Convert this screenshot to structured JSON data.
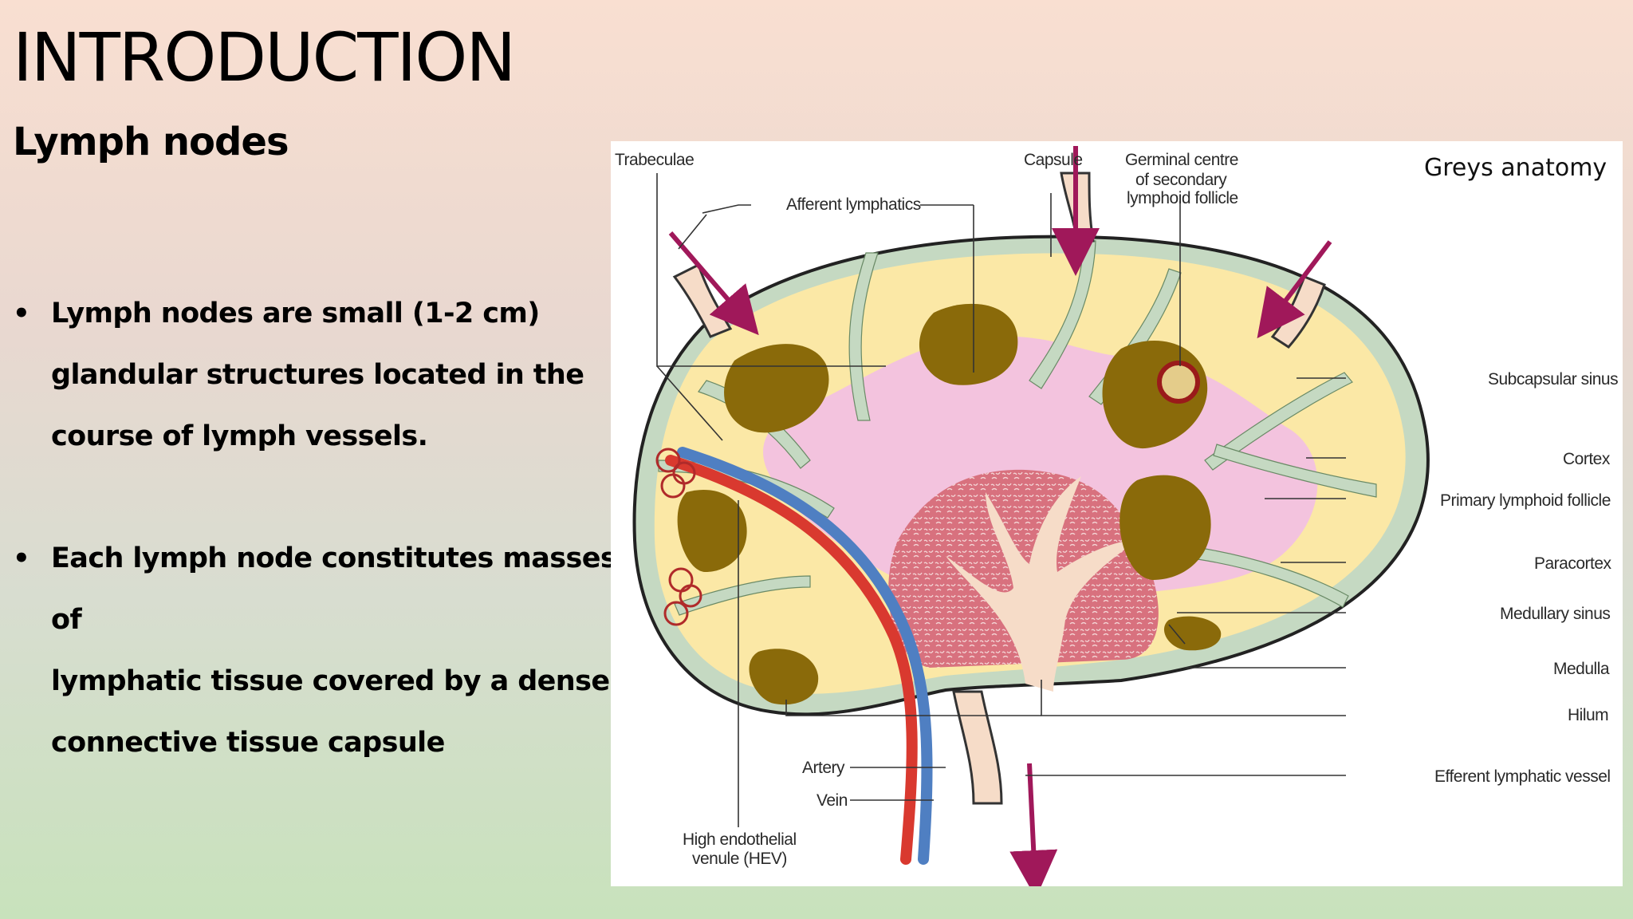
{
  "slide": {
    "title": "INTRODUCTION",
    "subtitle": "Lymph nodes",
    "bullets": [
      [
        "Lymph nodes are small (1-2 cm)",
        "glandular structures located in the",
        "course of lymph vessels."
      ],
      [
        "Each lymph node constitutes masses of",
        "lymphatic tissue covered by a dense",
        "connective tissue capsule"
      ]
    ],
    "bullet_symbol": "•"
  },
  "figure": {
    "source": "Greys anatomy",
    "labels": {
      "trabeculae": "Trabeculae",
      "afferent": "Afferent lymphatics",
      "capsule": "Capsule",
      "germinal_1": "Germinal centre",
      "germinal_2": "of secondary",
      "germinal_3": "lymphoid follicle",
      "subcapsular": "Subcapsular sinus",
      "cortex": "Cortex",
      "primary_follicle": "Primary lymphoid follicle",
      "paracortex": "Paracortex",
      "medullary_sinus": "Medullary sinus",
      "medulla": "Medulla",
      "hilum": "Hilum",
      "efferent": "Efferent lymphatic vessel",
      "artery": "Artery",
      "vein": "Vein",
      "hev_1": "High endothelial",
      "hev_2": "venule (HEV)"
    },
    "colors": {
      "capsule": "#c5d9c2",
      "cortex": "#fbe8a6",
      "follicle": "#8a6a0a",
      "paracortex": "#f3c3de",
      "medulla": "#d8717e",
      "artery": "#d9392f",
      "vein": "#4f7fc2",
      "arrow": "#a0185a"
    }
  }
}
